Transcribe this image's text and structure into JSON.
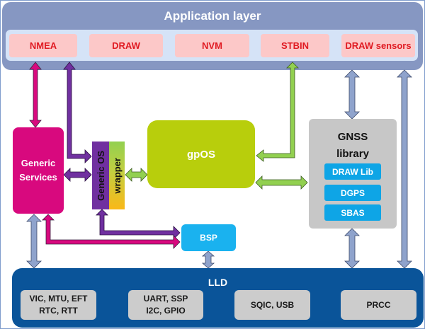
{
  "application_layer": {
    "title": "Application layer",
    "items": [
      "NMEA",
      "DRAW",
      "NVM",
      "STBIN",
      "DRAW sensors"
    ]
  },
  "middleware": {
    "generic_services": [
      "Generic",
      "Services"
    ],
    "generic_os_wrapper": {
      "left": "Generic OS",
      "right": "wrapper"
    },
    "gpos": "gpOS",
    "bsp": "BSP"
  },
  "gnss_library": {
    "title_line1": "GNSS",
    "title_line2": "library",
    "items": [
      "DRAW Lib",
      "DGPS",
      "SBAS"
    ]
  },
  "lld": {
    "title": "LLD",
    "items": [
      [
        "VIC, MTU, EFT",
        "RTC, RTT"
      ],
      [
        "UART, SSP",
        "I2C, GPIO"
      ],
      [
        "SQIC, USB"
      ],
      [
        "PRCC"
      ]
    ]
  },
  "colors": {
    "app_layer": "#8697c2",
    "app_item_bg": "#fcc8c8",
    "app_item_text": "#e01a22",
    "generic_services": "#d8097e",
    "generic_os": "#7030a0",
    "gpos": "#b8ce0c",
    "gnss_library": "#c7c7c7",
    "gnss_sub": "#0ea5e6",
    "bsp": "#1ab2ef",
    "lld": "#0a5499",
    "lld_item": "#cccccc",
    "arrow_magenta": "#d8097e",
    "arrow_purple": "#7030a0",
    "arrow_green": "#92d050",
    "arrow_blue_gray": "#8fa3cc"
  }
}
